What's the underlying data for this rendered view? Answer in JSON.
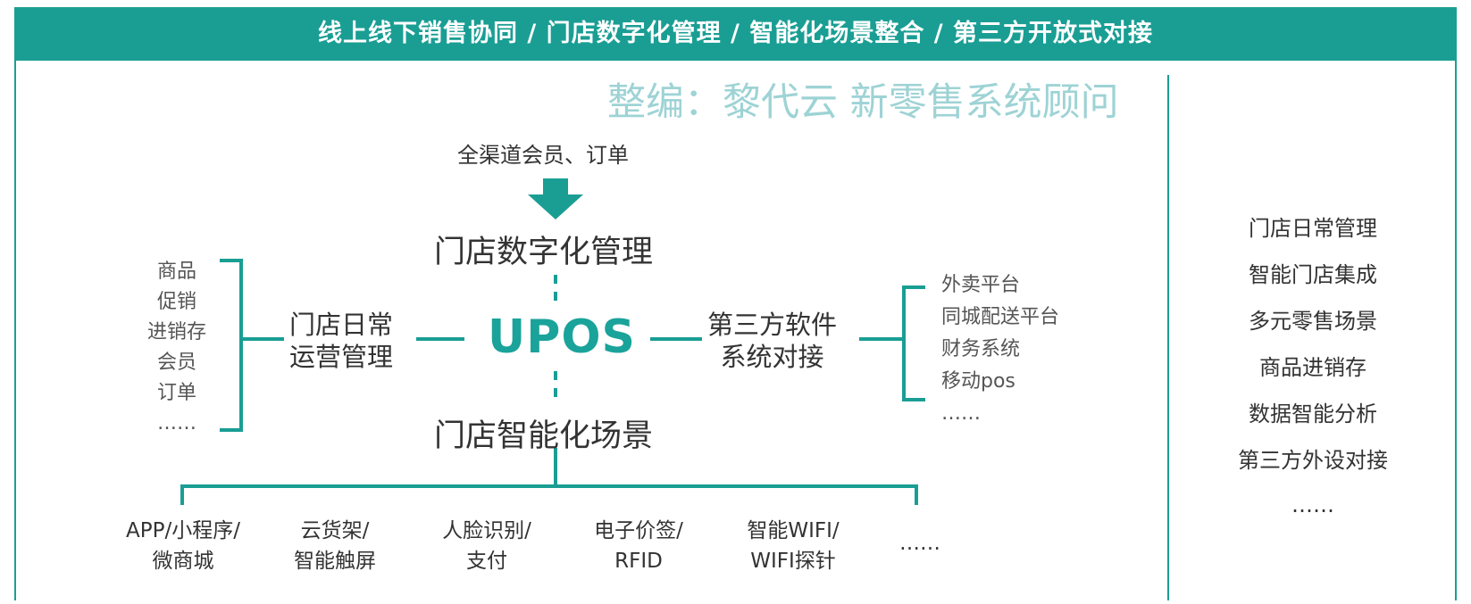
{
  "banner": "线上线下销售协同 / 门店数字化管理 / 智能化场景整合 / 第三方开放式对接",
  "watermark": "整编：黎代云 新零售系统顾问",
  "top_note": "全渠道会员、订单",
  "center_title": "门店数字化管理",
  "center_core": "UPOS",
  "bottom_title": "门店智能化场景",
  "left_node": [
    "门店日常",
    "运营管理"
  ],
  "left_items": [
    "商品",
    "促销",
    "进销存",
    "会员",
    "订单",
    "……"
  ],
  "right_node": [
    "第三方软件",
    "系统对接"
  ],
  "right_items": [
    "外卖平台",
    "同城配送平台",
    "财务系统",
    "移动pos",
    "……"
  ],
  "bottom_items": [
    [
      "APP/小程序/",
      "微商城"
    ],
    [
      "云货架/",
      "智能触屏"
    ],
    [
      "人脸识别/",
      "支付"
    ],
    [
      "电子价签/",
      "RFID"
    ],
    [
      "智能WIFI/",
      "WIFI探针"
    ],
    [
      "……",
      ""
    ]
  ],
  "side_list": [
    "门店日常管理",
    "智能门店集成",
    "多元零售场景",
    "商品进销存",
    "数据智能分析",
    "第三方外设对接",
    "……"
  ],
  "colors": {
    "accent": "#1a9e94",
    "watermark": "#9ed3d5"
  }
}
